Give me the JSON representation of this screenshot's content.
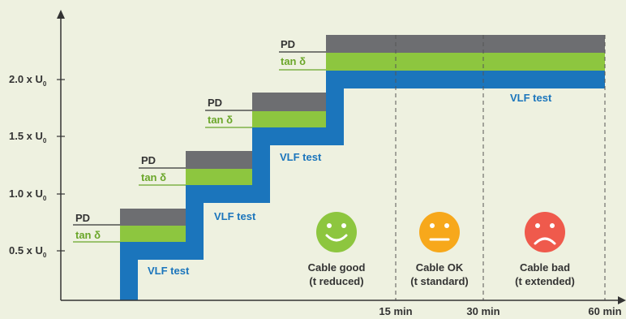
{
  "y_axis": {
    "ticks": [
      {
        "prefix": "0.5 x U",
        "sub": "0"
      },
      {
        "prefix": "1.0 x U",
        "sub": "0"
      },
      {
        "prefix": "1.5 x U",
        "sub": "0"
      },
      {
        "prefix": "2.0 x U",
        "sub": "0"
      }
    ]
  },
  "x_axis": {
    "ticks": [
      "15 min",
      "30 min",
      "60 min"
    ]
  },
  "steps": [
    {
      "pd": "PD",
      "tan": "tan δ",
      "vlf": "VLF test"
    },
    {
      "pd": "PD",
      "tan": "tan δ",
      "vlf": "VLF test"
    },
    {
      "pd": "PD",
      "tan": "tan δ",
      "vlf": "VLF test"
    },
    {
      "pd": "PD",
      "tan": "tan δ",
      "vlf": "VLF test"
    }
  ],
  "outcomes": [
    {
      "line1": "Cable good",
      "line2": "(t reduced)",
      "face": "smiley-happy-icon",
      "color": "#8dc63f"
    },
    {
      "line1": "Cable OK",
      "line2": "(t standard)",
      "face": "smiley-neutral-icon",
      "color": "#f7a81b"
    },
    {
      "line1": "Cable bad",
      "line2": "(t extended)",
      "face": "smiley-sad-icon",
      "color": "#ef5a4c"
    }
  ],
  "colors": {
    "vlf": "#1b75bc",
    "tan": "#8dc63f",
    "pd": "#6d6e71",
    "axis": "#333333",
    "tan_text": "#6aa629",
    "vlf_text": "#1b75bc",
    "pd_text": "#333333"
  }
}
